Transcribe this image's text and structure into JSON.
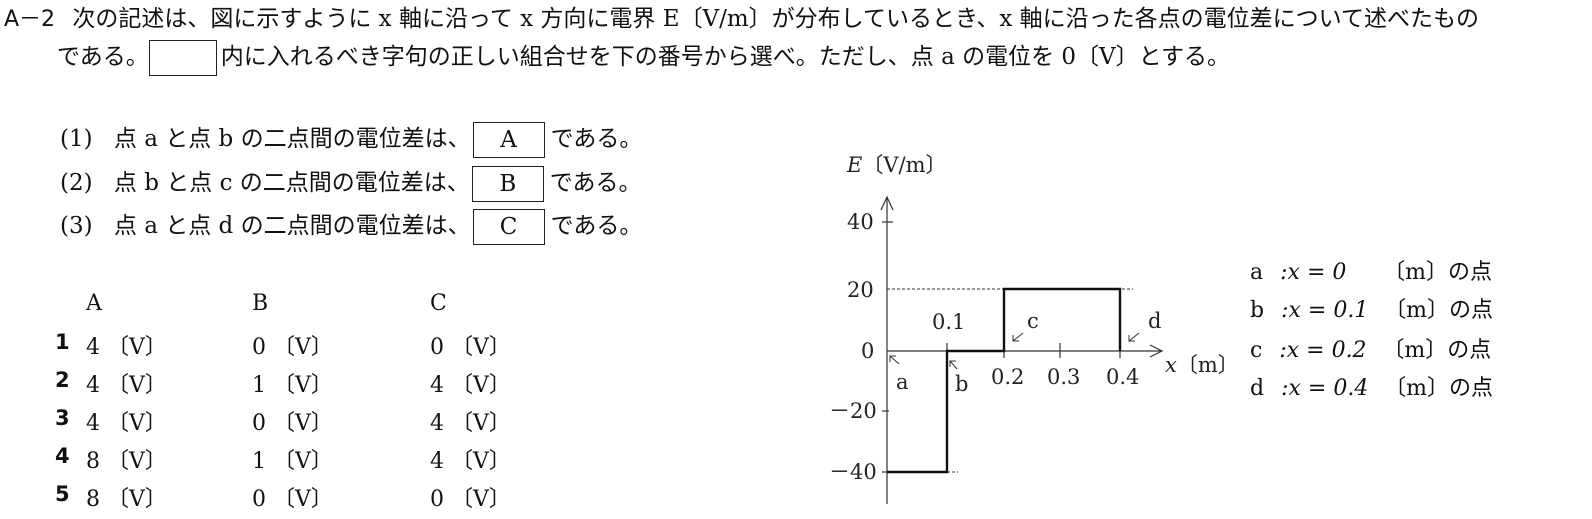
{
  "question": {
    "number": "A－2",
    "line1": "次の記述は、図に示すように x 軸に沿って x 方向に電界 E〔V/m〕が分布しているとき、x 軸に沿った各点の電位差について述べたもの",
    "line2_pre": "である。",
    "line2_post": "内に入れるべき字句の正しい組合せを下の番号から選べ。ただし、点 a の電位を 0〔V〕とする。"
  },
  "items": [
    {
      "label": "(1)",
      "text": "点 a と点 b の二点間の電位差は、",
      "blank": "A",
      "suffix": "である。"
    },
    {
      "label": "(2)",
      "text": "点 b と点 c の二点間の電位差は、",
      "blank": "B",
      "suffix": "である。"
    },
    {
      "label": "(3)",
      "text": "点 a と点 d の二点間の電位差は、",
      "blank": "C",
      "suffix": "である。"
    }
  ],
  "choices": {
    "headers": [
      "A",
      "B",
      "C"
    ],
    "rows": [
      {
        "no": "1",
        "A": "4 〔V〕",
        "B": "0 〔V〕",
        "C": "0 〔V〕"
      },
      {
        "no": "2",
        "A": "4 〔V〕",
        "B": "1 〔V〕",
        "C": "4 〔V〕"
      },
      {
        "no": "3",
        "A": "4 〔V〕",
        "B": "0 〔V〕",
        "C": "4 〔V〕"
      },
      {
        "no": "4",
        "A": "8 〔V〕",
        "B": "1 〔V〕",
        "C": "4 〔V〕"
      },
      {
        "no": "5",
        "A": "8 〔V〕",
        "B": "0 〔V〕",
        "C": "0 〔V〕"
      }
    ]
  },
  "figure": {
    "ylabel": "E〔V/m〕",
    "xlabel": "x〔m〕",
    "yticks": [
      "40",
      "20",
      "0",
      "－20",
      "－40"
    ],
    "xticks": [
      "0.1",
      "0.2",
      "0.3",
      "0.4"
    ],
    "point_labels": [
      "a",
      "b",
      "c",
      "d"
    ]
  },
  "legend": [
    {
      "pt": "a",
      "eq": ":x = 0",
      "unit": "〔m〕の点"
    },
    {
      "pt": "b",
      "eq": ":x = 0.1",
      "unit": "〔m〕の点"
    },
    {
      "pt": "c",
      "eq": ":x = 0.2",
      "unit": "〔m〕の点"
    },
    {
      "pt": "d",
      "eq": ":x = 0.4",
      "unit": "〔m〕の点"
    }
  ],
  "chart_data": {
    "type": "line",
    "title": "",
    "xlabel": "x〔m〕",
    "ylabel": "E〔V/m〕",
    "x": [
      0,
      0.1,
      0.1,
      0.2,
      0.2,
      0.4,
      0.4
    ],
    "values": [
      -40,
      -40,
      0,
      0,
      20,
      20,
      0
    ],
    "step_segments": [
      {
        "x_from": 0,
        "x_to": 0.1,
        "E": -40
      },
      {
        "x_from": 0.1,
        "x_to": 0.2,
        "E": 0
      },
      {
        "x_from": 0.2,
        "x_to": 0.4,
        "E": 20
      }
    ],
    "yticks": [
      40,
      20,
      0,
      -20,
      -40
    ],
    "xticks": [
      0.1,
      0.2,
      0.3,
      0.4
    ],
    "ylim": [
      -40,
      40
    ],
    "xlim": [
      0,
      0.45
    ],
    "annotations": [
      "a at x=0",
      "b at x=0.1",
      "c at x=0.2",
      "d at x=0.4"
    ]
  }
}
